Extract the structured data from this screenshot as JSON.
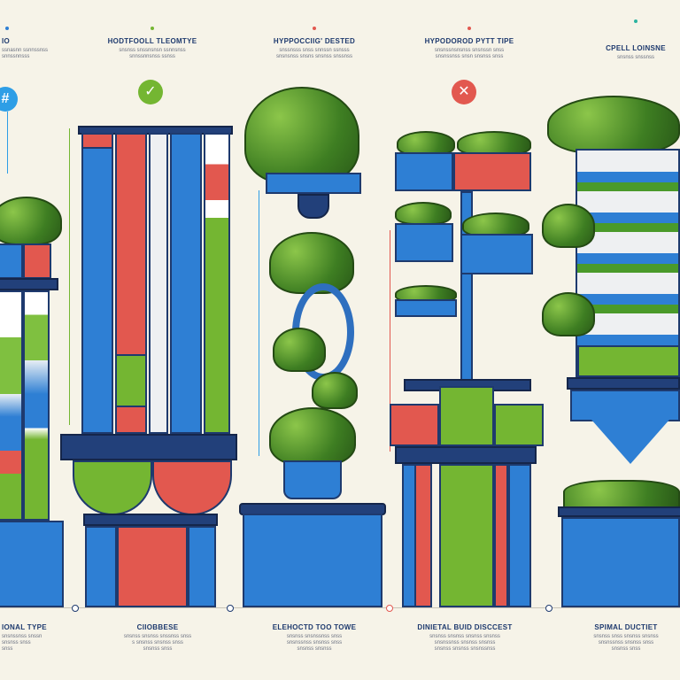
{
  "colors": {
    "blue": "#2e7fd4",
    "red": "#e2584f",
    "green": "#74b632",
    "navy": "#1e3a6e",
    "background": "#f6f3e8"
  },
  "top_labels": [
    {
      "title": "IO",
      "desc": [
        "ssnasnn ssnnssnss",
        "snnssnnsss"
      ],
      "accent": "#2e7fd4"
    },
    {
      "title": "HODTFOOLL TLEOMTYE",
      "desc": [
        "snsnss snssnsnsn ssnnsnss",
        "snnssnnsnss ssnss"
      ],
      "accent": "#74b632"
    },
    {
      "title": "HYPPOCCIIG' DESTED",
      "desc": [
        "snssnsss snss snnssn ssnsss",
        "snsnsnss snsns snsnss snssnss"
      ],
      "accent": "#e2584f"
    },
    {
      "title": "HYPODOROD PYTT TIPE",
      "desc": [
        "snsnssnsnsnss snsnssn snss",
        "snsnssnss snsn snsnss snss"
      ],
      "accent": "#e2584f"
    },
    {
      "title": "CPELL LOINSNE",
      "desc": [
        "snsnss snssnss"
      ],
      "accent": "#2bb3a0"
    }
  ],
  "badges": [
    {
      "icon": "hash-icon",
      "color": "#2e9ee6"
    },
    {
      "icon": "check-icon",
      "color": "#74b632"
    },
    {
      "icon": "x-icon",
      "color": "#e2584f"
    }
  ],
  "bottom_labels": [
    {
      "title": "IONAL TYPE",
      "desc": [
        "snsnssnss snssn",
        "snsnss snss",
        "snss"
      ]
    },
    {
      "title": "CIIOBBESE",
      "desc": [
        "snsnss snsnss snssnss snss",
        "s snsnss snsnss snss",
        "snsnss snss"
      ]
    },
    {
      "title": "ELEHOCTD TOO TOWE",
      "desc": [
        "snsnss snsnssnss snss",
        "snsnssnss snsnss snss",
        "snsnss snsnss"
      ]
    },
    {
      "title": "DINIETAL BUID DISCCEST",
      "desc": [
        "snsnss snsnss snsnss snsnss",
        "snsnssnss snsnss snsnss",
        "snsnss snsnss snsnssnss"
      ]
    },
    {
      "title": "SPIMAL DUCTIET",
      "desc": [
        "snsnss snss snsnss snsnss",
        "snsnssnss snsnss snss",
        "snsnss snss"
      ]
    }
  ]
}
